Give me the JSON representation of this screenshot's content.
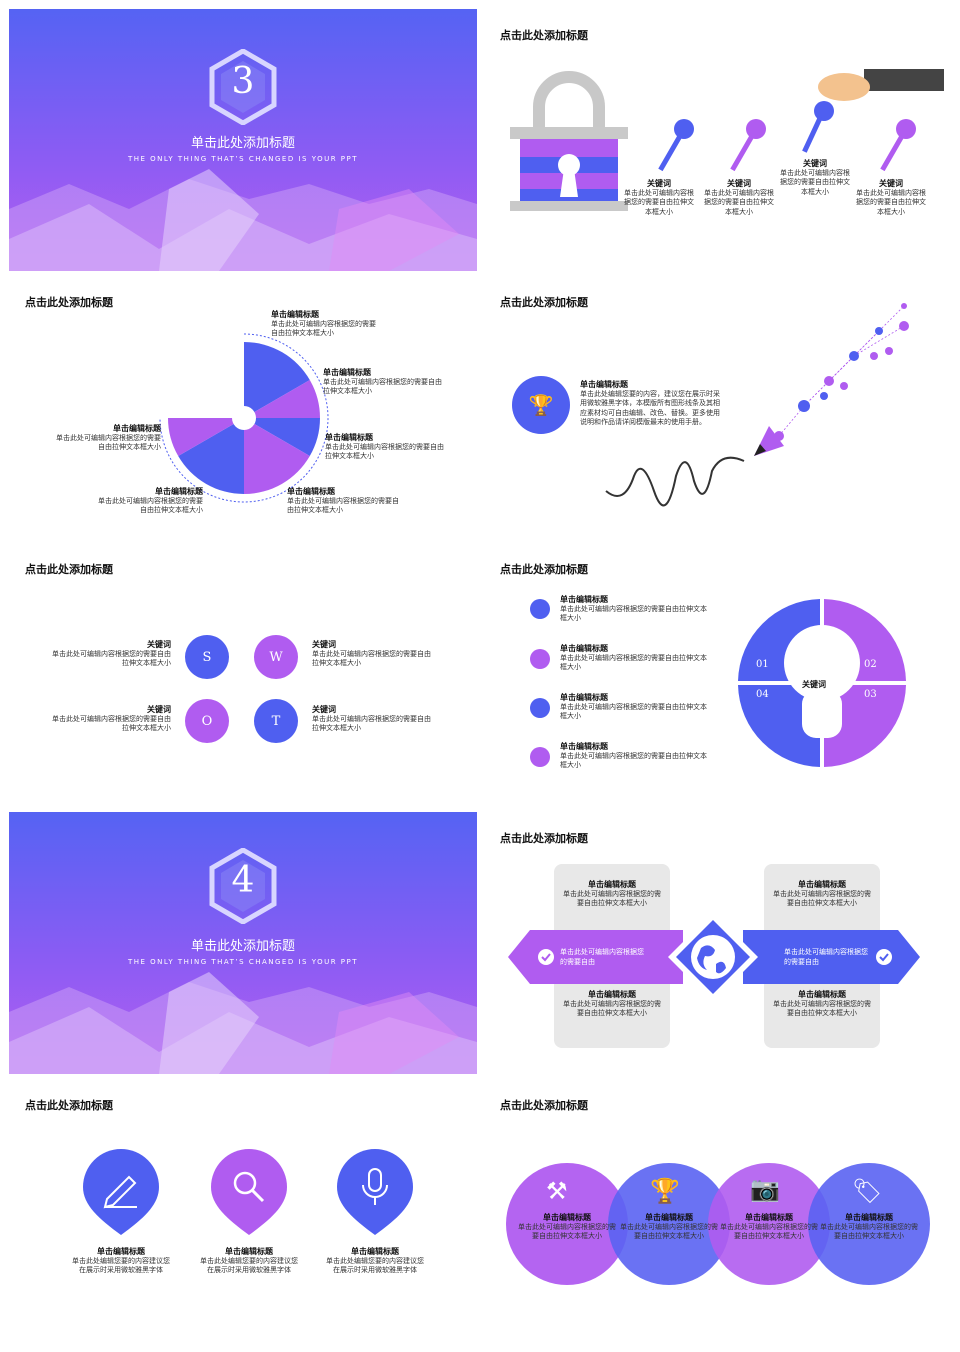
{
  "colors": {
    "blue": "#4f5ff0",
    "purple": "#b05cf0",
    "gray": "#e6e6e6"
  },
  "slide_title": "点击此处添加标题",
  "cover3": {
    "number": "3",
    "title": "单击此处添加标题",
    "subtitle": "THE ONLY THING THAT’S CHANGED IS YOUR PPT"
  },
  "cover4": {
    "number": "4",
    "title": "单击此处添加标题",
    "subtitle": "THE ONLY THING THAT’S CHANGED IS YOUR PPT"
  },
  "lock_slide": {
    "items": [
      {
        "title": "关键词",
        "text": "单击此处可编辑内容根据您的需要自由拉伸文本框大小"
      },
      {
        "title": "关键词",
        "text": "单击此处可编辑内容根据您的需要自由拉伸文本框大小"
      },
      {
        "title": "关键词",
        "text": "单击此处可编辑内容根据您的需要自由拉伸文本框大小"
      },
      {
        "title": "关键词",
        "text": "单击此处可编辑内容根据您的需要自由拉伸文本框大小"
      }
    ]
  },
  "fan_slide": {
    "items": [
      {
        "title": "单击编辑标题",
        "text": "单击此处可编辑内容根据您的需要自由拉伸文本框大小"
      },
      {
        "title": "单击编辑标题",
        "text": "单击此处可编辑内容根据您的需要自由拉伸文本框大小"
      },
      {
        "title": "单击编辑标题",
        "text": "单击此处可编辑内容根据您的需要自由拉伸文本框大小"
      },
      {
        "title": "单击编辑标题",
        "text": "单击此处可编辑内容根据您的需要自由拉伸文本框大小"
      },
      {
        "title": "单击编辑标题",
        "text": "单击此处可编辑内容根据您的需要自由拉伸文本框大小"
      },
      {
        "title": "单击编辑标题",
        "text": "单击此处可编辑内容根据您的需要自由拉伸文本框大小"
      }
    ]
  },
  "pencil_slide": {
    "title": "单击编辑标题",
    "text": "单击此处编辑您要的内容，建议您在展示时采用微软雅黑字体，本模版所有图形线条及其相应素材均可自由编辑、改色、替换。更多使用说明和作品请详阅模版最末的使用手册。"
  },
  "swot_slide": {
    "letters": [
      "S",
      "W",
      "O",
      "T"
    ],
    "items": [
      {
        "title": "关键词",
        "text": "单击此处可编辑内容根据您的需要自由拉伸文本框大小"
      },
      {
        "title": "关键词",
        "text": "单击此处可编辑内容根据您的需要自由拉伸文本框大小"
      },
      {
        "title": "关键词",
        "text": "单击此处可编辑内容根据您的需要自由拉伸文本框大小"
      },
      {
        "title": "关键词",
        "text": "单击此处可编辑内容根据您的需要自由拉伸文本框大小"
      }
    ]
  },
  "bulb_slide": {
    "center": "关键词",
    "numbers": [
      "01",
      "02",
      "03",
      "04"
    ],
    "items": [
      {
        "title": "单击编辑标题",
        "text": "单击此处可编辑内容根据您的需要自由拉伸文本框大小"
      },
      {
        "title": "单击编辑标题",
        "text": "单击此处可编辑内容根据您的需要自由拉伸文本框大小"
      },
      {
        "title": "单击编辑标题",
        "text": "单击此处可编辑内容根据您的需要自由拉伸文本框大小"
      },
      {
        "title": "单击编辑标题",
        "text": "单击此处可编辑内容根据您的需要自由拉伸文本框大小"
      }
    ]
  },
  "globe_slide": {
    "boxes": [
      {
        "title": "单击编辑标题",
        "text": "单击此处可编辑内容根据您的需要自由拉伸文本框大小"
      },
      {
        "title": "单击编辑标题",
        "text": "单击此处可编辑内容根据您的需要自由拉伸文本框大小"
      },
      {
        "title": "单击编辑标题",
        "text": "单击此处可编辑内容根据您的需要自由拉伸文本框大小"
      },
      {
        "title": "单击编辑标题",
        "text": "单击此处可编辑内容根据您的需要自由拉伸文本框大小"
      }
    ],
    "left_arrow": "单击此处可编辑内容根据您的需要自由",
    "right_arrow": "单击此处可编辑内容根据您的需要自由"
  },
  "drop_slide": {
    "items": [
      {
        "title": "单击编辑标题",
        "text": "单击此处编辑您要的内容建议您在展示时采用微软雅黑字体",
        "icon": "pencil-icon"
      },
      {
        "title": "单击编辑标题",
        "text": "单击此处编辑您要的内容建议您在展示时采用微软雅黑字体",
        "icon": "search-icon"
      },
      {
        "title": "单击编辑标题",
        "text": "单击此处编辑您要的内容建议您在展示时采用微软雅黑字体",
        "icon": "microphone-icon"
      }
    ]
  },
  "rings_slide": {
    "items": [
      {
        "title": "单击编辑标题",
        "text": "单击此处可编辑内容根据您的需要自由拉伸文本框大小",
        "icon": "tools-icon"
      },
      {
        "title": "单击编辑标题",
        "text": "单击此处可编辑内容根据您的需要自由拉伸文本框大小",
        "icon": "trophy-icon"
      },
      {
        "title": "单击编辑标题",
        "text": "单击此处可编辑内容根据您的需要自由拉伸文本框大小",
        "icon": "camera-icon"
      },
      {
        "title": "单击编辑标题",
        "text": "单击此处可编辑内容根据您的需要自由拉伸文本框大小",
        "icon": "tag-icon"
      }
    ]
  }
}
